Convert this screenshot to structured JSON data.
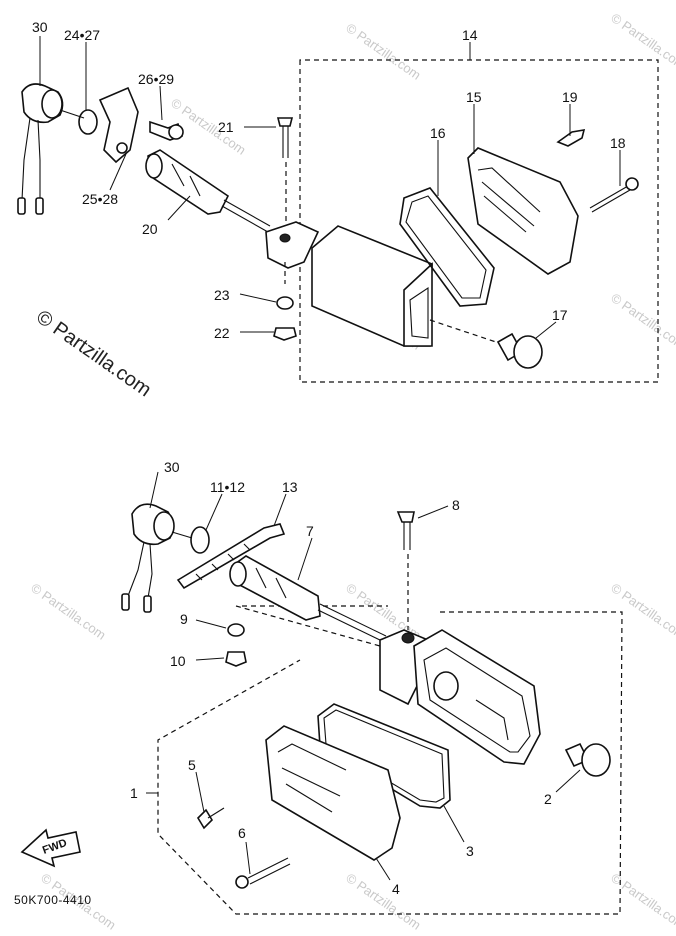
{
  "diagram_code": "50K700-4410",
  "watermark_main": "© Partzilla.com",
  "watermark_small": "© Partzilla.com",
  "fwd_label": "FWD",
  "top_callouts": {
    "c30": "30",
    "c24_27": "24•27",
    "c26_29": "26•29",
    "c25_28": "25•28",
    "c20": "20",
    "c21": "21",
    "c14": "14",
    "c15": "15",
    "c16": "16",
    "c19": "19",
    "c18": "18",
    "c23": "23",
    "c22": "22",
    "c17": "17"
  },
  "bottom_callouts": {
    "c30": "30",
    "c11_12": "11•12",
    "c13": "13",
    "c7": "7",
    "c8": "8",
    "c9": "9",
    "c10": "10",
    "c1": "1",
    "c2": "2",
    "c5": "5",
    "c6": "6",
    "c3": "3",
    "c4": "4"
  }
}
